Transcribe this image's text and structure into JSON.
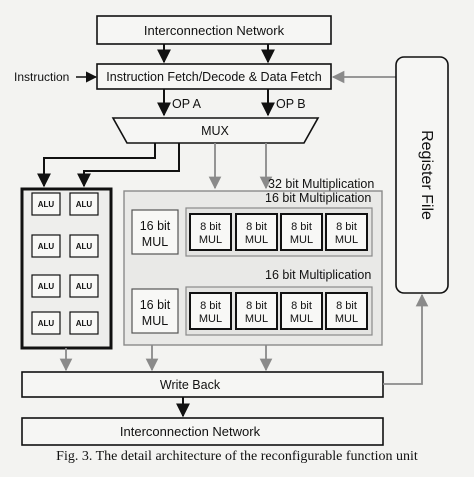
{
  "top_network": "Interconnection Network",
  "instruction_input": "Instruction",
  "fetch_unit": "Instruction Fetch/Decode & Data Fetch",
  "operand_a": "OP A",
  "operand_b": "OP B",
  "mux": "MUX",
  "register_file": "Register File",
  "alu_label": "ALU",
  "mult32_title": "32 bit Multiplication",
  "mult16_title": "16 bit Multiplication",
  "mul16_line1": "16 bit",
  "mul16_line2": "MUL",
  "mul8_line1": "8 bit",
  "mul8_line2": "MUL",
  "write_back": "Write Back",
  "bottom_network": "Interconnection Network",
  "caption": "Fig. 3. The detail architecture of the reconfigurable function unit",
  "colors": {
    "black_path": "#111111",
    "gray_path": "#8a8a8a",
    "background": "#f3f3f1"
  }
}
